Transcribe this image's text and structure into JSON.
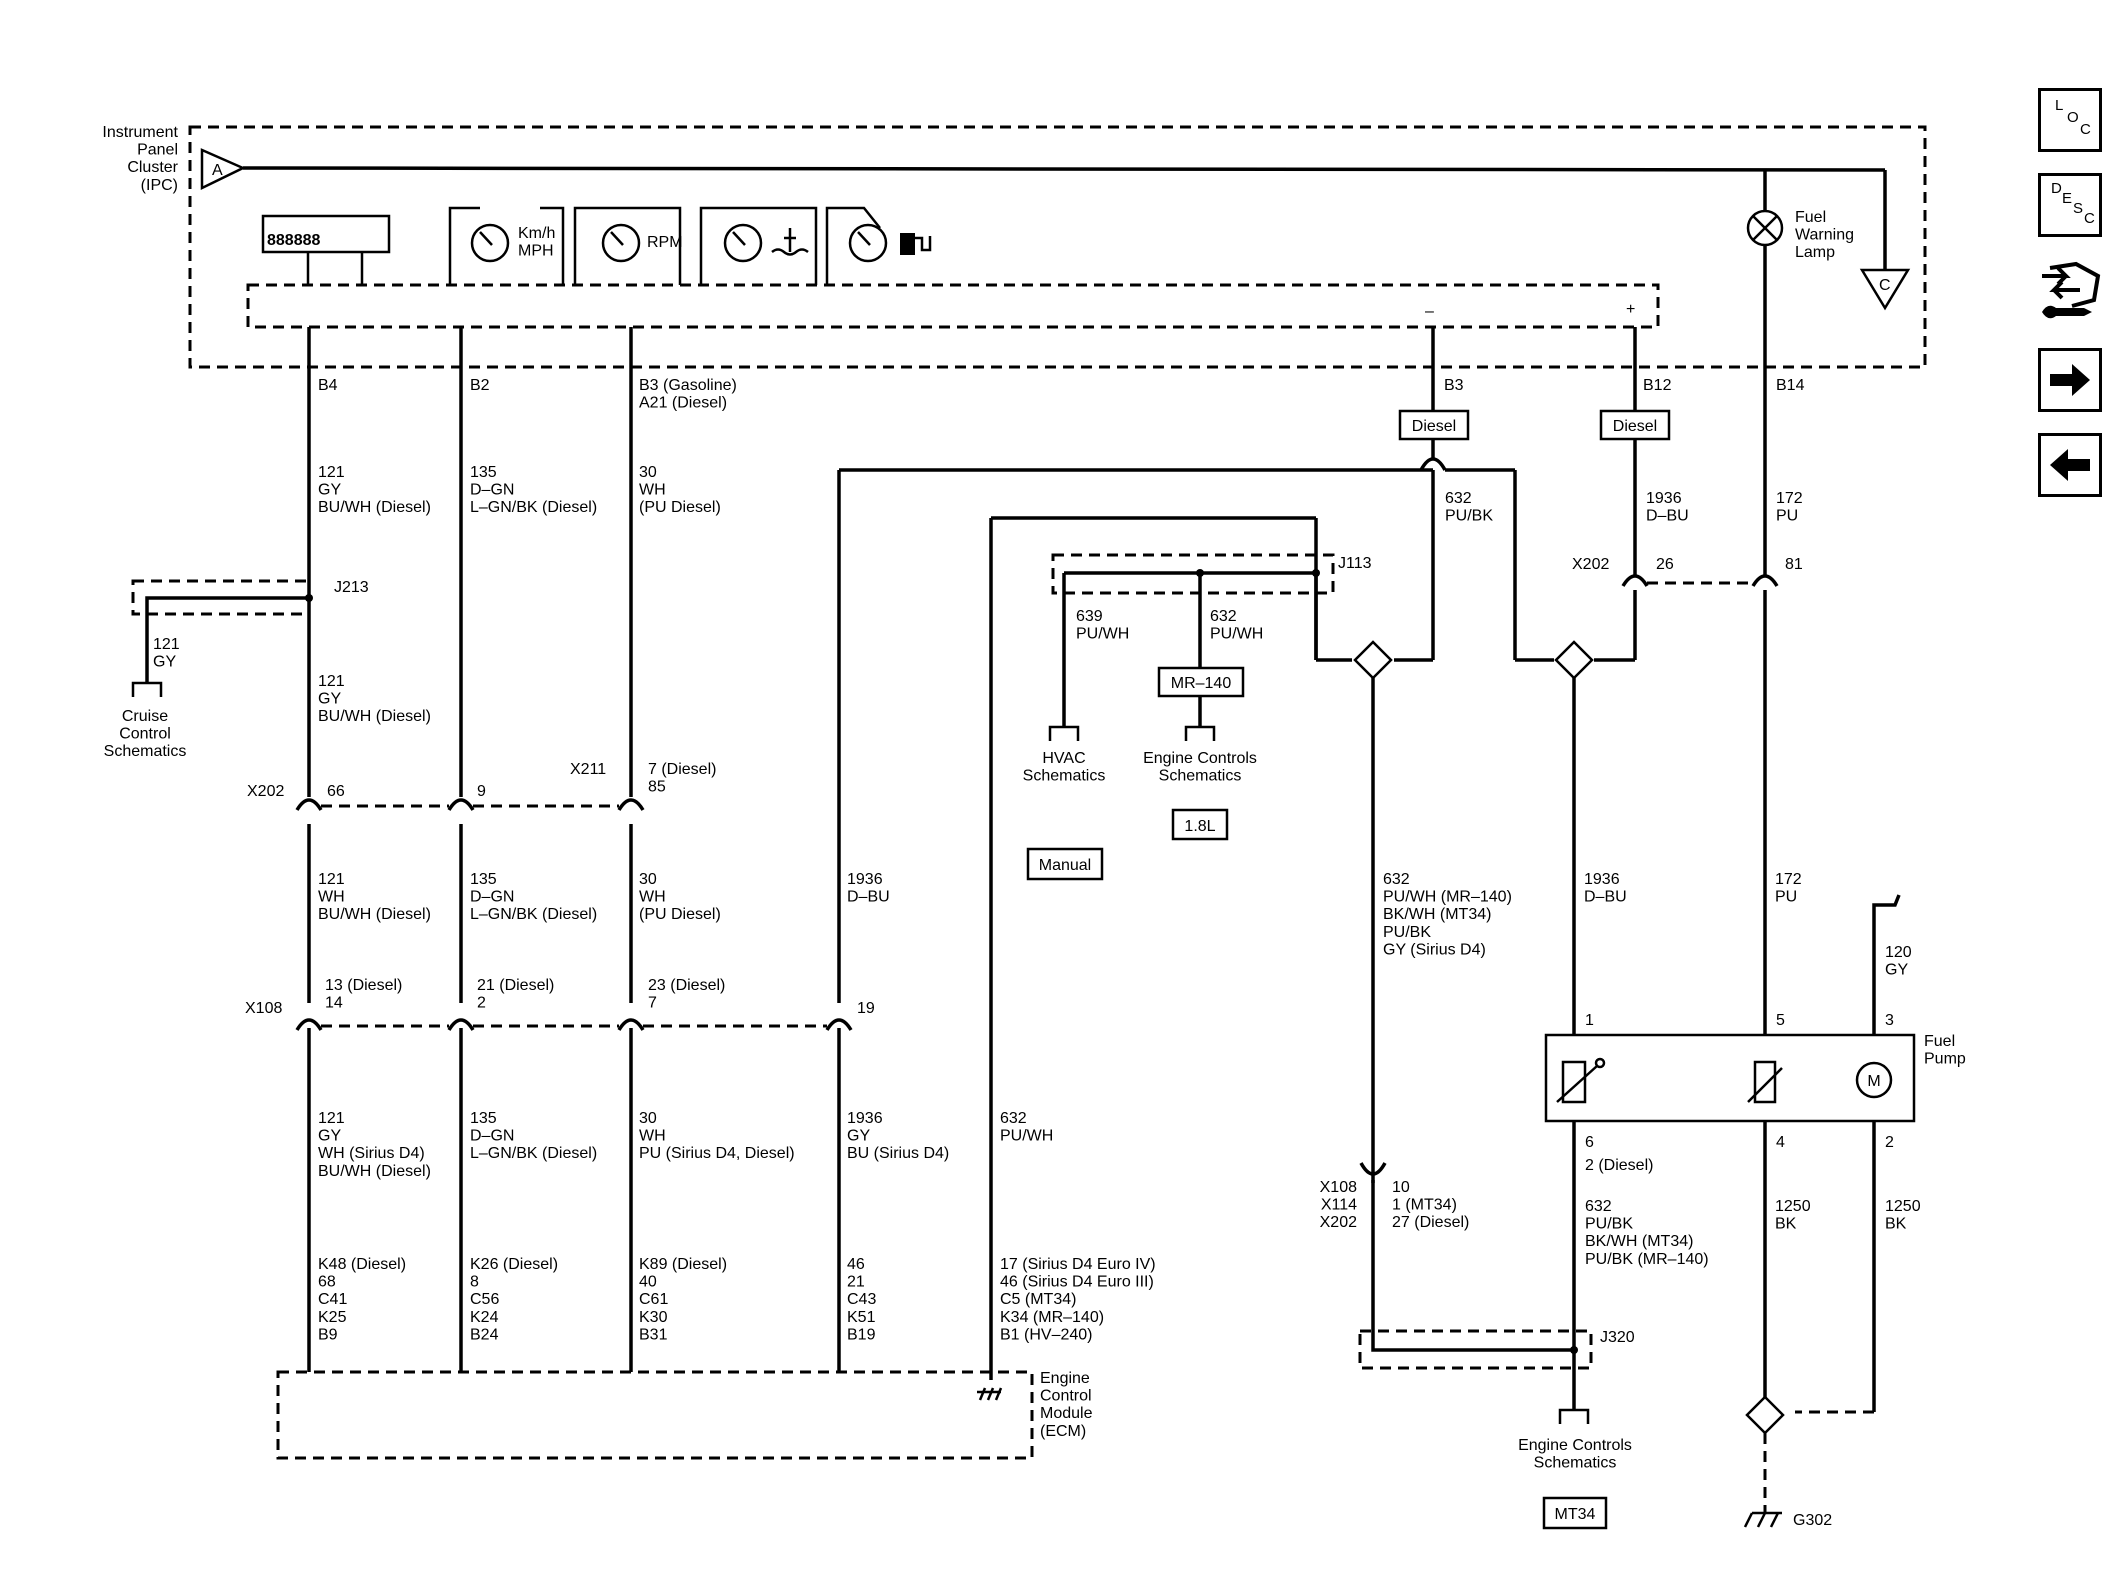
{
  "ipc": {
    "name": "Instrument\nPanel\nCluster\n(IPC)",
    "conn_a": "A",
    "conn_c": "C",
    "odometer": "888888",
    "speed_unit": "Km/h\nMPH",
    "rpm": "RPM",
    "lamp": "Fuel\nWarning\nLamp",
    "minus": "–",
    "plus": "+"
  },
  "pins": {
    "b4": "B4",
    "b2": "B2",
    "b3gas": "B3 (Gasoline)\nA21 (Diesel)",
    "b3": "B3",
    "b12": "B12",
    "b14": "B14"
  },
  "tags": {
    "diesel1": "Diesel",
    "diesel2": "Diesel",
    "mr140": "MR–140",
    "l18": "1.8L",
    "manual": "Manual",
    "mt34": "MT34"
  },
  "wires": {
    "w121a": "121\nGY\nBU/WH (Diesel)",
    "w135a": "135\nD–GN\nL–GN/BK (Diesel)",
    "w30a": "30\nWH\n(PU Diesel)",
    "w632a": "632\nPU/BK",
    "w1936a": "1936\nD–BU",
    "w172a": "172\nPU",
    "w121cc": "121\nGY",
    "w121b": "121\nGY\nBU/WH (Diesel)",
    "w639": "639\nPU/WH",
    "w632b": "632\nPU/WH",
    "w121c": "121\nWH\nBU/WH (Diesel)",
    "w135c": "135\nD–GN\nL–GN/BK (Diesel)",
    "w30c": "30\nWH\n(PU Diesel)",
    "w1936c": "1936\nD–BU",
    "w632c": "632\nPU/WH (MR–140)\nBK/WH (MT34)\nPU/BK\nGY (Sirius D4)",
    "w1936d": "1936\nD–BU",
    "w172b": "172\nPU",
    "w120": "120\nGY",
    "w121d": "121\nGY\nWH (Sirius D4)\nBU/WH (Diesel)",
    "w135d": "135\nD–GN\nL–GN/BK (Diesel)",
    "w30d": "30\nWH\nPU (Sirius D4, Diesel)",
    "w1936e": "1936\nGY\nBU (Sirius D4)",
    "w632d": "632\nPU/WH",
    "w632e": "632\nPU/BK\nBK/WH (MT34)\nPU/BK (MR–140)",
    "w1250a": "1250\nBK",
    "w1250b": "1250\nBK"
  },
  "connectors": {
    "j213": "J213",
    "j113": "J113",
    "j320": "J320",
    "x202top": "X202",
    "x202top_26": "26",
    "x202top_81": "81",
    "x202": "X202",
    "x202_66": "66",
    "x202_9": "9",
    "x211": "X211",
    "x211_pins": "7 (Diesel)\n85",
    "x108": "X108",
    "x108_pins1": "13 (Diesel)\n14",
    "x108_pins2": "21 (Diesel)\n2",
    "x108_pins3": "23 (Diesel)\n7",
    "x108_19": "19",
    "xbot": "X108\nX114\nX202",
    "xbot_pins": "10\n1 (MT34)\n27 (Diesel)",
    "g302": "G302"
  },
  "ecm": {
    "name": "Engine\nControl\nModule\n(ECM)",
    "p1": "K48 (Diesel)\n68\nC41\nK25\nB9",
    "p2": "K26 (Diesel)\n8\nC56\nK24\nB24",
    "p3": "K89 (Diesel)\n40\nC61\nK30\nB31",
    "p4": "46\n21\nC43\nK51\nB19",
    "p5": "17 (Sirius D4 Euro IV)\n46 (Sirius D4 Euro III)\nC5 (MT34)\nK34 (MR–140)\nB1 (HV–240)"
  },
  "fuel_pump": {
    "name": "Fuel\nPump",
    "p1": "1",
    "p5": "5",
    "p3": "3",
    "p6": "6",
    "p6b": "2 (Diesel)",
    "p4": "4",
    "p2": "2",
    "motor": "M"
  },
  "refs": {
    "cruise": "Cruise\nControl\nSchematics",
    "hvac": "HVAC\nSchematics",
    "engine1": "Engine Controls\nSchematics",
    "engine2": "Engine Controls\nSchematics"
  },
  "nav": {
    "loc": [
      "L",
      "O",
      "C"
    ],
    "desc": [
      "D",
      "E",
      "S",
      "C"
    ]
  }
}
